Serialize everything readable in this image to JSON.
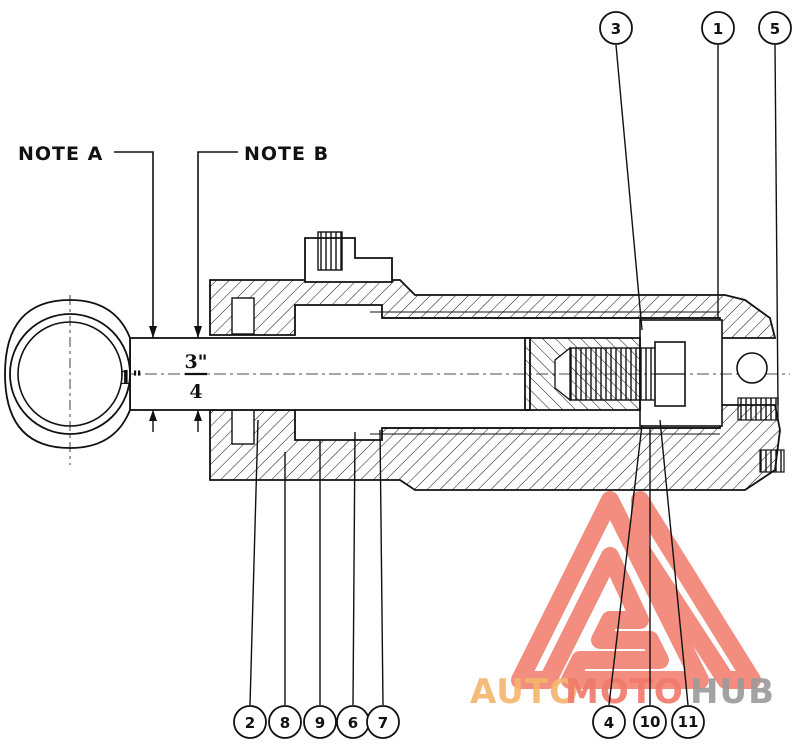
{
  "notes": {
    "note_a": "NOTE A",
    "note_b": "NOTE B"
  },
  "dimensions": {
    "diameter_1": "1\"",
    "diameter_2_num": "3\"",
    "diameter_2_den": "4"
  },
  "callouts": {
    "c1": "1",
    "c2": "2",
    "c3": "3",
    "c4": "4",
    "c5": "5",
    "c6": "6",
    "c7": "7",
    "c8": "8",
    "c9": "9",
    "c10": "10",
    "c11": "11"
  },
  "watermark": {
    "part1": "AUTO",
    "part2": "MOTO",
    "part3": "HUB"
  },
  "colors": {
    "line": "#111111",
    "watermark_red": "#f07a6a",
    "watermark_orange": "#f5b56b",
    "watermark_gray": "#9a9a9a"
  }
}
